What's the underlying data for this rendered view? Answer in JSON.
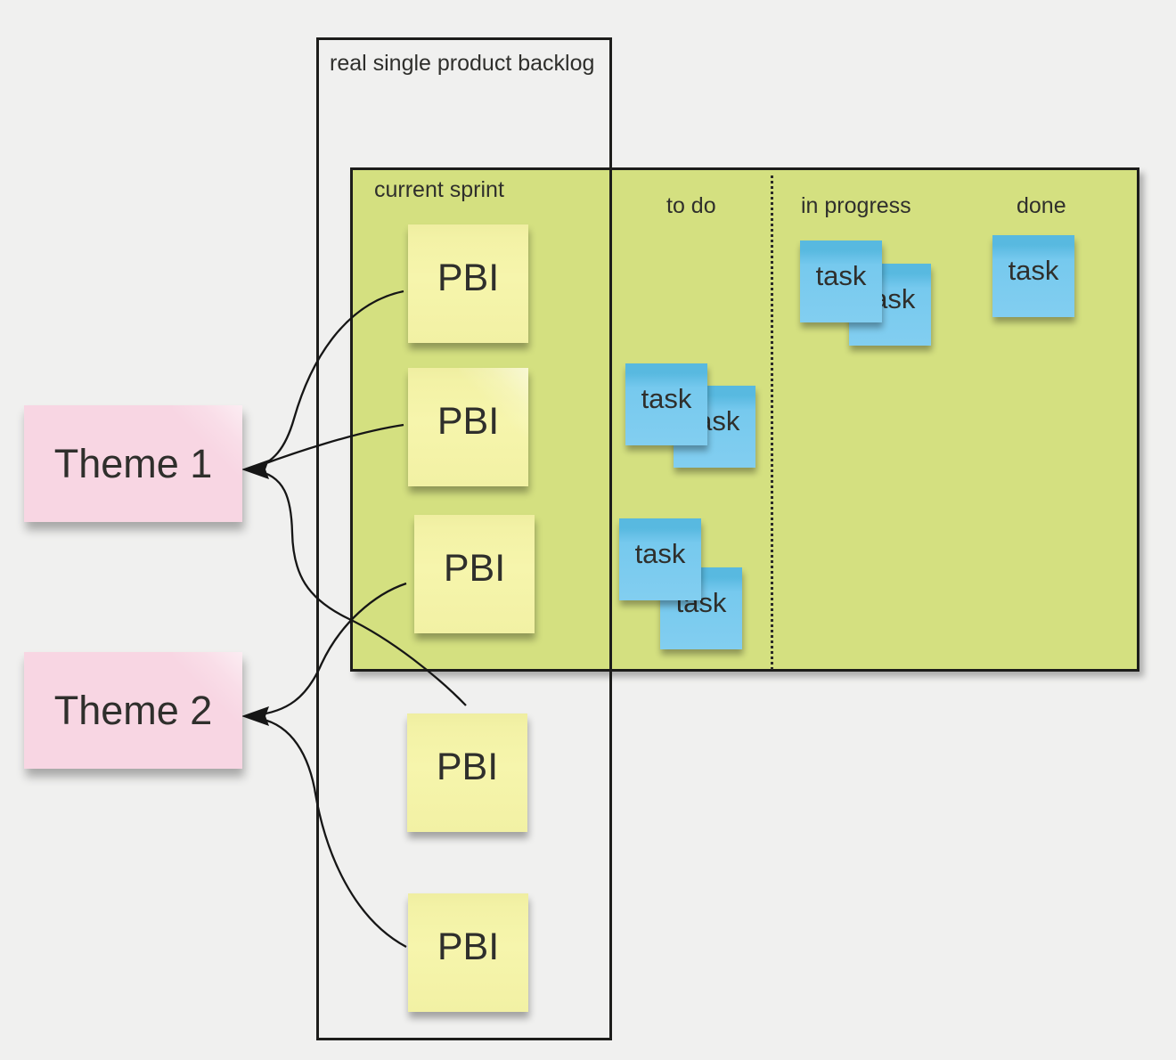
{
  "backlog": {
    "label": "real single product backlog"
  },
  "sprint": {
    "label": "current sprint",
    "columns": [
      {
        "label": "to do"
      },
      {
        "label": "in progress"
      },
      {
        "label": "done"
      }
    ]
  },
  "themes": [
    {
      "label": "Theme 1"
    },
    {
      "label": "Theme 2"
    }
  ],
  "pbis": [
    {
      "label": "PBI"
    },
    {
      "label": "PBI"
    },
    {
      "label": "PBI"
    },
    {
      "label": "PBI"
    },
    {
      "label": "PBI"
    }
  ],
  "tasks": [
    {
      "label": "task",
      "column": "to do"
    },
    {
      "label": "task",
      "column": "to do"
    },
    {
      "label": "task",
      "column": "to do"
    },
    {
      "label": "task",
      "column": "to do"
    },
    {
      "label": "task",
      "column": "in progress"
    },
    {
      "label": "task",
      "column": "in progress"
    },
    {
      "label": "task",
      "column": "done"
    }
  ],
  "colors": {
    "background": "#f0f0ef",
    "border": "#1d1d1b",
    "sprint-fill": "#d4e080",
    "note-yellow": "#f6f5ac",
    "note-blue": "#76c9ee",
    "note-blue-edge": "#58b9e0",
    "note-pink": "#f8d6e3",
    "line": "#161616",
    "text": "#2f2f2c"
  }
}
